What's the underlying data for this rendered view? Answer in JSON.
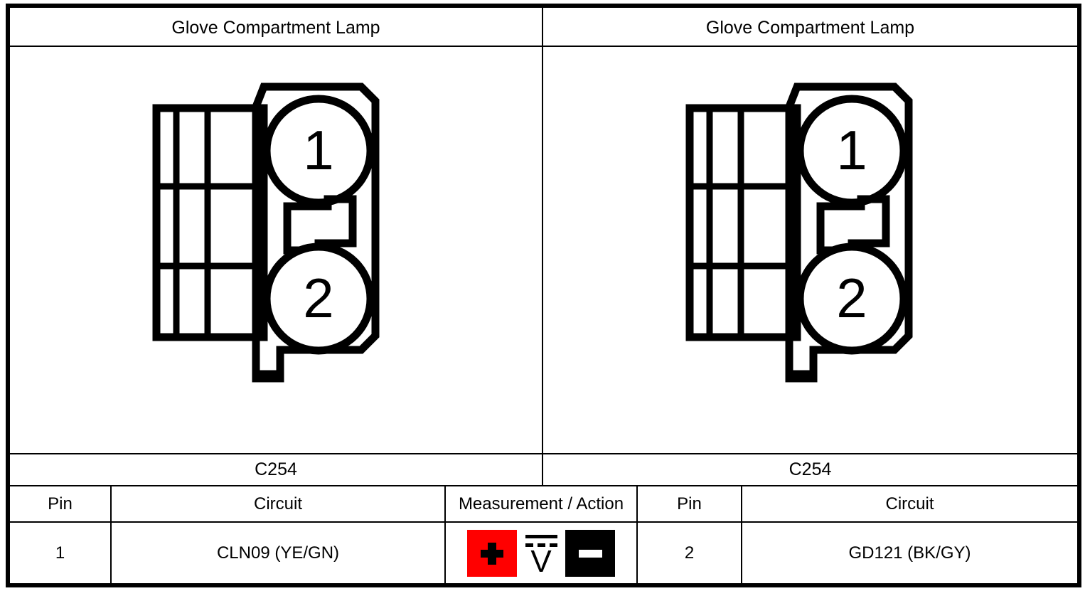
{
  "page": {
    "title": "Glove Compartment Lamp connector pinout",
    "background": "#ffffff",
    "ink": "#000000"
  },
  "panels": [
    {
      "header": "Glove Compartment Lamp",
      "connector_id": "C254",
      "connector": {
        "pins": [
          "1",
          "2"
        ],
        "grid_rows": 3,
        "grid_cols": 3
      },
      "table": {
        "headers": [
          "Pin",
          "Circuit",
          "Measurement / Action"
        ],
        "row": {
          "pin": "1",
          "circuit": "CLN09 (YE/GN)"
        }
      }
    },
    {
      "header": "Glove Compartment Lamp",
      "connector_id": "C254",
      "connector": {
        "pins": [
          "1",
          "2"
        ],
        "grid_rows": 3,
        "grid_cols": 3
      },
      "table": {
        "headers": [
          "Pin",
          "Circuit"
        ],
        "row": {
          "pin": "2",
          "circuit": "GD121 (BK/GY)"
        }
      }
    }
  ],
  "measurement": {
    "label": "Measurement / Action",
    "probe_positive": {
      "icon": "plus-icon",
      "glyph": "+",
      "color": "#ff0000"
    },
    "meter_mode": {
      "icon": "dc-voltage-icon",
      "glyph": "V",
      "description": "DC volts"
    },
    "probe_negative": {
      "icon": "minus-icon",
      "glyph": "−",
      "color": "#000000"
    }
  }
}
